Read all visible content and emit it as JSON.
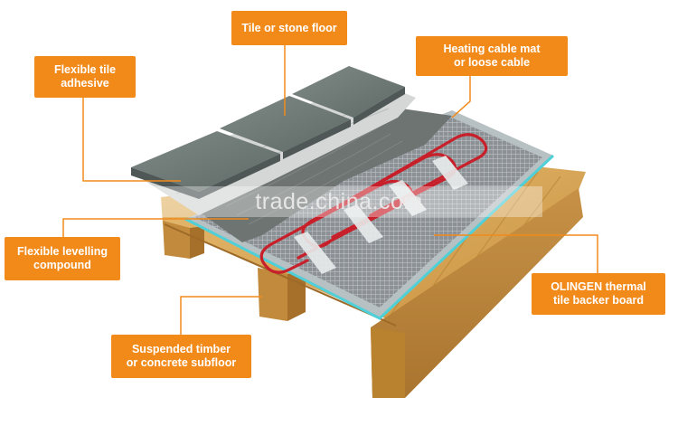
{
  "diagram": {
    "labels": {
      "tile_floor": [
        "Tile or stone floor"
      ],
      "heating_cable": [
        "Heating cable mat",
        "or loose cable"
      ],
      "tile_adhesive": [
        "Flexible tile",
        "adhesive"
      ],
      "levelling_compound": [
        "Flexible levelling",
        "compound"
      ],
      "backer_board": [
        "OLINGEN thermal",
        "tile backer board"
      ],
      "subfloor": [
        "Suspended timber",
        "or concrete subfloor"
      ]
    },
    "watermark": "trade.china.com",
    "colors": {
      "label_fill": "#f28a1a",
      "leader_line": "#f28a1a",
      "label_text": "#ffffff",
      "cable_red": "#c8202a",
      "board_edge": "#4fd0d8",
      "timber": "#d9a55a"
    }
  }
}
